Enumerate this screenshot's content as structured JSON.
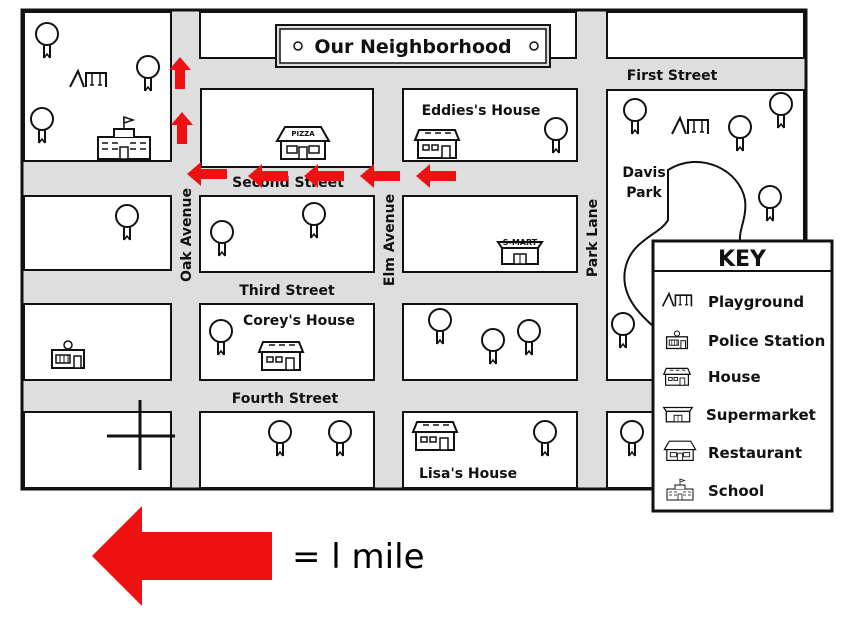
{
  "map": {
    "title": "Our Neighborhood",
    "streets": {
      "first": "First Street",
      "second": "Second Street",
      "third": "Third Street",
      "fourth": "Fourth Street",
      "oak": "Oak Avenue",
      "elm": "Elm Avenue",
      "park_lane": "Park Lane"
    },
    "places": {
      "eddies_house": "Eddies's House",
      "coreys_house": "Corey's House",
      "lisas_house": "Lisa's House",
      "davis_park": [
        "Davis",
        "Park"
      ],
      "pizza_sign": "PIZZA",
      "smart_sign": "S-MART"
    },
    "route_arrow_color": "#ee1111"
  },
  "key": {
    "title": "KEY",
    "items": [
      {
        "label": "Playground",
        "icon": "playground-icon"
      },
      {
        "label": "Police Station",
        "icon": "police-station-icon"
      },
      {
        "label": "House",
        "icon": "house-icon"
      },
      {
        "label": "Supermarket",
        "icon": "supermarket-icon"
      },
      {
        "label": "Restaurant",
        "icon": "restaurant-icon"
      },
      {
        "label": "School",
        "icon": "school-icon"
      }
    ]
  },
  "scale": {
    "label": "= l mile",
    "arrow_color": "#ee1111"
  }
}
